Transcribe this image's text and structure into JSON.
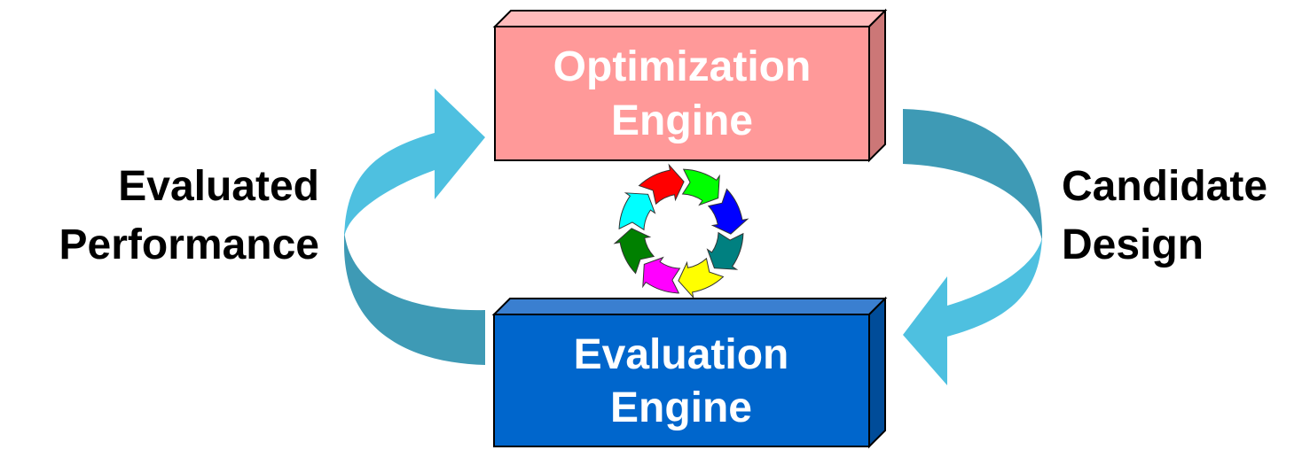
{
  "optimization_engine": {
    "line1": "Optimization",
    "line2": "Engine",
    "color": "#ff9999"
  },
  "evaluation_engine": {
    "line1": "Evaluation",
    "line2": "Engine",
    "color": "#0066cc"
  },
  "left_label": {
    "line1": "Evaluated",
    "line2": "Performance"
  },
  "right_label": {
    "line1": "Candidate",
    "line2": "Design"
  },
  "cycle_icon": {
    "colors": [
      "#ff0000",
      "#00ff00",
      "#0000ff",
      "#008080",
      "#ffff00",
      "#ff00ff",
      "#008000",
      "#00ffff"
    ]
  }
}
